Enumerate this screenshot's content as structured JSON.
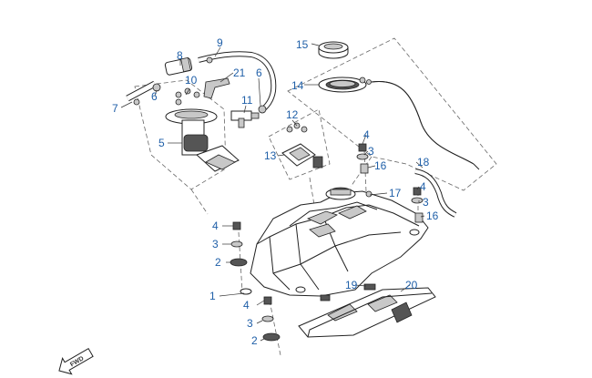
{
  "diagram": {
    "part_labels": {
      "p1": "1",
      "p2a": "2",
      "p2b": "2",
      "p3a": "3",
      "p3b": "3",
      "p3c": "3",
      "p3d": "3",
      "p4a": "4",
      "p4b": "4",
      "p4c": "4",
      "p4d": "4",
      "p5": "5",
      "p6a": "6",
      "p6b": "6",
      "p7": "7",
      "p8": "8",
      "p9": "9",
      "p10": "10",
      "p11": "11",
      "p12": "12",
      "p13": "13",
      "p14": "14",
      "p15": "15",
      "p16a": "16",
      "p16b": "16",
      "p17": "17",
      "p18": "18",
      "p19": "19",
      "p20": "20",
      "p21": "21"
    },
    "direction_marker": "FWD",
    "colors": {
      "label": "#1f5fa8",
      "line": "#222222",
      "shade": "#c8c8c8"
    }
  }
}
